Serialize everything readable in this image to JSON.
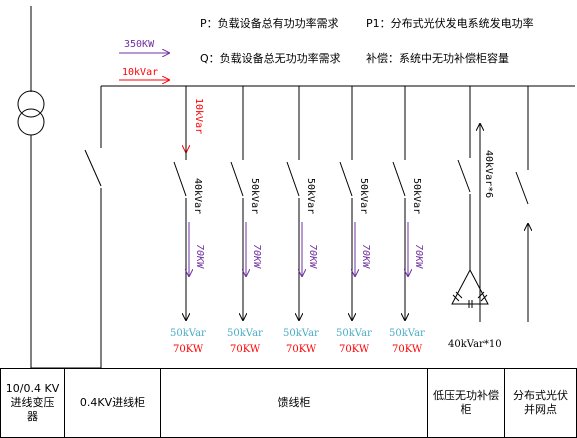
{
  "legend": {
    "p": "P：负载设备总有功功率需求",
    "p1": "P1：分布式光伏发电系统发电功率",
    "q": "Q：负载设备总无功功率需求",
    "comp": "补偿：系统中无功补偿柜容量"
  },
  "incoming": {
    "active": "350KW",
    "reactive": "10kVar"
  },
  "feeders": [
    {
      "reactive_label": "40kVar",
      "active_label": "70KW",
      "bottom_reactive": "50kVar",
      "bottom_active": "70KW"
    },
    {
      "reactive_label": "50kVar",
      "active_label": "70KW",
      "bottom_reactive": "50kVar",
      "bottom_active": "70KW"
    },
    {
      "reactive_label": "50kVar",
      "active_label": "70KW",
      "bottom_reactive": "50kVar",
      "bottom_active": "70KW"
    },
    {
      "reactive_label": "50kVar",
      "active_label": "70KW",
      "bottom_reactive": "50kVar",
      "bottom_active": "70KW"
    },
    {
      "reactive_label": "50kVar",
      "active_label": "70KW",
      "bottom_reactive": "50kVar",
      "bottom_active": "70KW"
    }
  ],
  "first_feeder_extra": "10kVar",
  "compensator": {
    "flow_label": "40kVar*6",
    "capacity_label": "40kVar*10"
  },
  "footer": {
    "transformer": [
      "10/0.4 KV",
      "进线变压",
      "器"
    ],
    "incoming_cabinet": "0.4KV进线柜",
    "feeder_cabinet": "馈线柜",
    "compensation_cabinet": [
      "低压无功补偿",
      "柜"
    ],
    "pv_grid_point": [
      "分布式光伏",
      "并网点"
    ]
  },
  "colors": {
    "black": "#000000",
    "red": "#ff0000",
    "purple": "#7030a0",
    "blue": "#4bacc6"
  }
}
